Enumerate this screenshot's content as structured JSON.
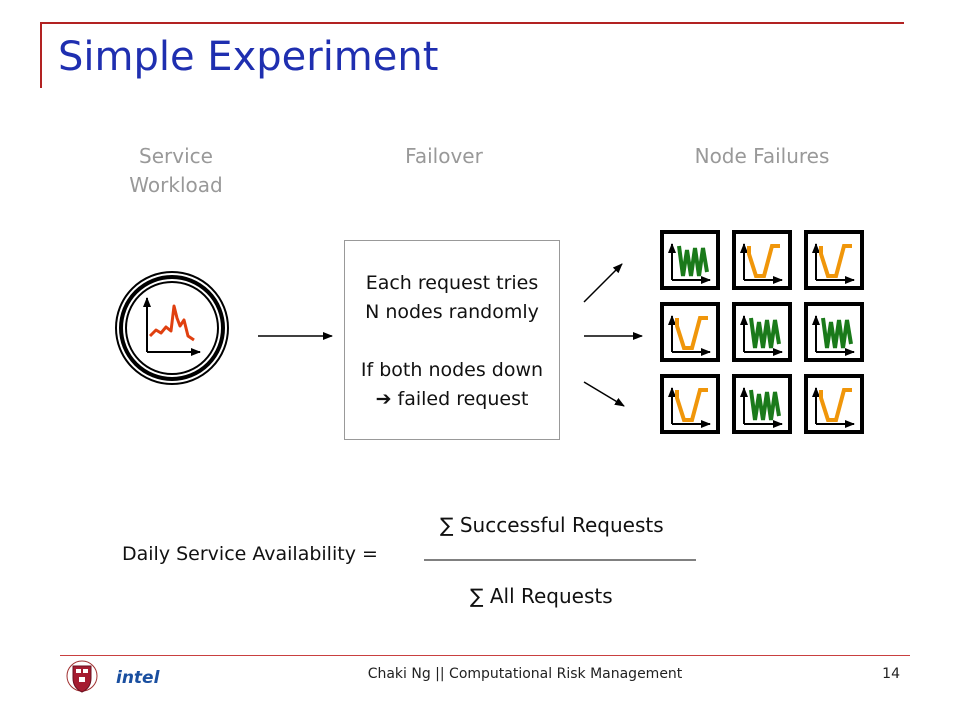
{
  "title": "Simple Experiment",
  "columns": {
    "workload": [
      "Service",
      "Workload"
    ],
    "failover": "Failover",
    "nodes": "Node Failures"
  },
  "failover_box": {
    "line1": "Each request tries",
    "line2": "N nodes randomly",
    "line3": "If both nodes down",
    "line4": "➔ failed request"
  },
  "node_grid": [
    [
      "green",
      "orange",
      "orange"
    ],
    [
      "orange",
      "green",
      "green"
    ],
    [
      "orange",
      "green",
      "orange"
    ]
  ],
  "colors": {
    "green": "#1a7a1a",
    "orange": "#f0960a",
    "workload": "#e04010",
    "title": "#1f2fb0",
    "accent_rule": "#b22222"
  },
  "formula": {
    "left": "Daily Service Availability =",
    "numerator": "∑ Successful Requests",
    "denominator": "∑ All Requests"
  },
  "footer": {
    "text": "Chaki Ng || Computational Risk Management",
    "page": "14",
    "intel_logo": "intel"
  }
}
